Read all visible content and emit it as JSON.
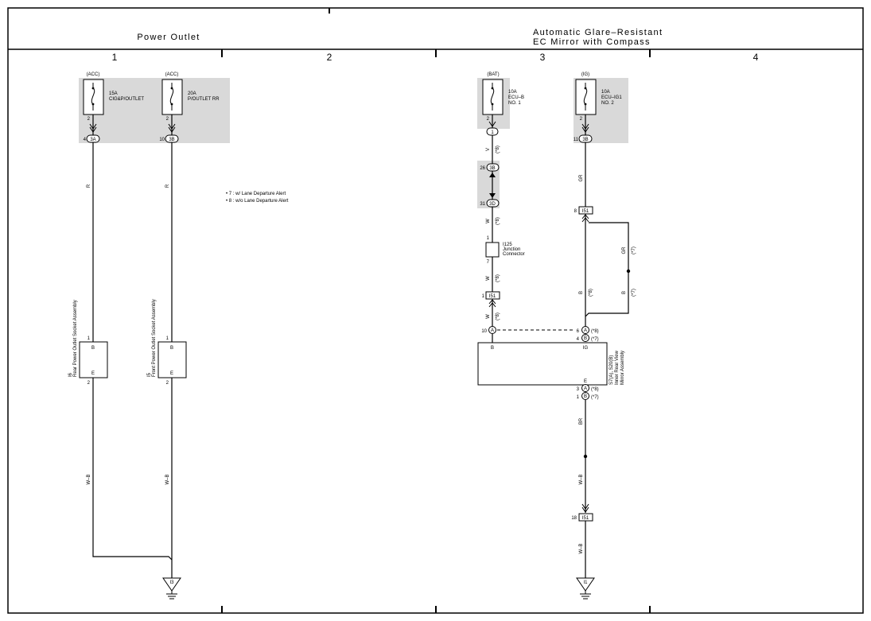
{
  "header": {
    "left_title": "Power Outlet",
    "right_title_line1": "Automatic Glare–Resistant",
    "right_title_line2": "EC Mirror with Compass"
  },
  "columns": [
    "1",
    "2",
    "3",
    "4"
  ],
  "legend": {
    "line1": "• 7 : w/ Lane Departure Alert",
    "line2": "• 8 : w/o Lane Departure Alert"
  },
  "fuses": [
    {
      "source": "(ACC)",
      "rating": "15A",
      "name": "CIG&P/OUTLET",
      "name2": "",
      "pin": "2",
      "conn_pin": "4",
      "conn": "3A"
    },
    {
      "source": "(ACC)",
      "rating": "20A",
      "name": "P/OUTLET RR",
      "name2": "",
      "pin": "2",
      "conn_pin": "10",
      "conn": "3B"
    },
    {
      "source": "(BAT)",
      "rating": "10A",
      "name": "ECU–B",
      "name2": "NO. 1",
      "pin": "2",
      "conn_pin": "",
      "conn": "1"
    },
    {
      "source": "(IG)",
      "rating": "10A",
      "name": "ECU–IG1",
      "name2": "NO. 2",
      "pin": "2",
      "conn_pin": "11",
      "conn": "3B"
    }
  ],
  "wires": {
    "r1": "R",
    "r2": "R",
    "v": "V",
    "w1": "W",
    "w2": "W",
    "w3": "W",
    "gr1": "GR",
    "gr2": "GR",
    "b1": "B",
    "b2": "B",
    "br": "BR",
    "wb1": "W–B",
    "wb2": "W–B",
    "wb3": "W–B"
  },
  "tags": {
    "t8a": "(*8)",
    "t8b": "(*8)",
    "t8c": "(*8)",
    "t8d": "(*8)",
    "t8e": "(*8)",
    "t7a": "(*7)",
    "t7b": "(*7)",
    "t7c": "(*7)",
    "t7d": "(*7)"
  },
  "connectors": {
    "c26_pin": "26",
    "c26": "3B",
    "c31_pin": "31",
    "c31": "3D",
    "i51_a_pin": "8",
    "i51_a": "I51",
    "i51_b_pin": "1",
    "i51_b": "I51",
    "i51_c_pin": "18",
    "i51_c": "I51"
  },
  "junction": {
    "label1": "I125",
    "label2": "Junction",
    "label3": "Connector",
    "pin_top": "1",
    "pin_bottom": "7"
  },
  "rear_socket": {
    "pin_top": "1",
    "pin_bottom": "2",
    "b": "B",
    "e": "E",
    "id": "I6",
    "name": "Rear Power Outlet Socket Assembly"
  },
  "front_socket": {
    "pin_top": "1",
    "pin_bottom": "2",
    "b": "B",
    "e": "E",
    "id": "I5",
    "name": "Front Power Outlet Socket Assembly"
  },
  "mirror": {
    "b": "B",
    "ig": "IG",
    "e": "E",
    "pin_b": "10",
    "conn_b": "A",
    "pin_ig8": "6",
    "conn_ig8": "A",
    "pin_ig7": "4",
    "conn_ig7": "B",
    "pin_e8": "3",
    "conn_e8": "A",
    "pin_e7": "1",
    "conn_e7": "B",
    "id": "S7(A), S20(B)",
    "name1": "Inner Rear View",
    "name2": "Mirror Assembly"
  },
  "grounds": {
    "left": "I3",
    "right": "I1"
  }
}
